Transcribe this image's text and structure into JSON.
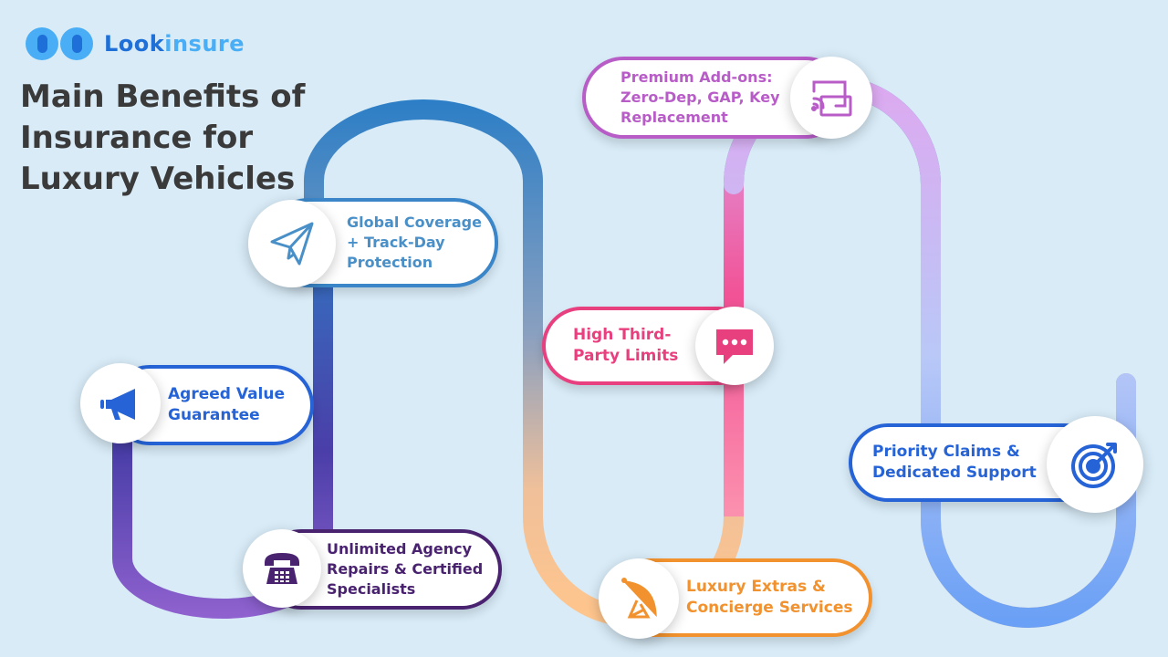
{
  "brand": {
    "name_part1": "Look",
    "name_part2": "insure"
  },
  "title": "Main Benefits of Insurance for Luxury Vehicles",
  "benefits": [
    {
      "label": "Agreed Value Guarantee",
      "icon": "megaphone-icon",
      "color": "#2563d6"
    },
    {
      "label": "Unlimited Agency Repairs & Certified Specialists",
      "icon": "telephone-icon",
      "color": "#4a2370"
    },
    {
      "label": "Global Coverage + Track-Day Protection",
      "icon": "paper-plane-icon",
      "color": "#4a90c8"
    },
    {
      "label": "Luxury Extras & Concierge Services",
      "icon": "satellite-dish-icon",
      "color": "#f2922e"
    },
    {
      "label": "High Third-Party Limits",
      "icon": "chat-bubble-icon",
      "color": "#e8407f"
    },
    {
      "label": "Premium Add-ons: Zero-Dep, GAP, Key Replacement",
      "icon": "screen-cast-icon",
      "color": "#b85cc8"
    },
    {
      "label": "Priority Claims & Dedicated Support",
      "icon": "target-icon",
      "color": "#2563d6"
    }
  ],
  "colors": {
    "background": "#d8ebf7",
    "title": "#3a3a3a",
    "brand_dark": "#1e6fd8",
    "brand_light": "#49aef5"
  }
}
